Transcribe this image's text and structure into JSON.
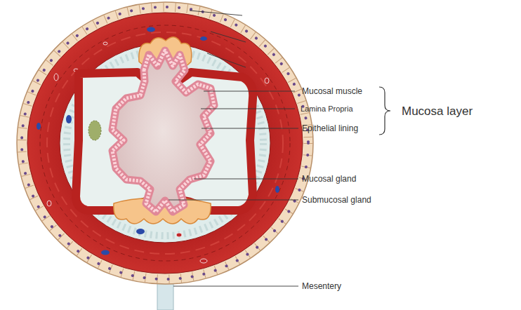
{
  "diagram": {
    "labels": [
      "Mucosal muscle",
      "Lamina Propria",
      "Epithelial lining",
      "Mucosa layer",
      "Mucosal gland",
      "Submucosal gland",
      "Mesentery"
    ]
  }
}
